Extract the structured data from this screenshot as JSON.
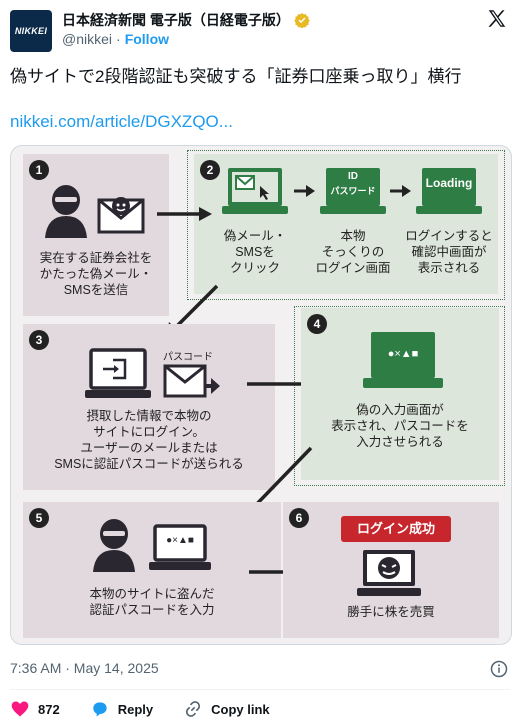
{
  "header": {
    "avatar_text": "NIKKEI",
    "display_name": "日本経済新聞 電子版（日経電子版）",
    "handle": "@nikkei",
    "separator": "·",
    "follow_label": "Follow"
  },
  "tweet": {
    "text": "偽サイトで2段階認証も突破する「証券口座乗っ取り」横行",
    "link": "nikkei.com/article/DGXZQO..."
  },
  "figure": {
    "step1": {
      "num": "1",
      "caption": [
        "実在する証券会社を",
        "かたった偽メール・",
        "SMSを送信"
      ]
    },
    "step2": {
      "num": "2",
      "col1": [
        "偽メール・",
        "SMSを",
        "クリック"
      ],
      "col2": [
        "本物",
        "そっくりの",
        "ログイン画面"
      ],
      "col3": [
        "ログインすると",
        "確認中画面が",
        "表示される"
      ],
      "screen2_id": "ID",
      "screen2_pw": "パスワード",
      "screen3": "Loading"
    },
    "step3": {
      "num": "3",
      "passcode_label": "パスコード",
      "caption": [
        "摂取した情報で本物の",
        "サイトにログイン。",
        "ユーザーのメールまたは",
        "SMSに認証パスコードが送られる"
      ]
    },
    "step4": {
      "num": "4",
      "screen": "●×▲■",
      "caption": [
        "偽の入力画面が",
        "表示され、パスコードを",
        "入力させられる"
      ]
    },
    "step5": {
      "num": "5",
      "screen": "●×▲■",
      "caption": [
        "本物のサイトに盗んだ",
        "認証パスコードを入力"
      ]
    },
    "step6": {
      "num": "6",
      "banner": "ログイン成功",
      "caption": [
        "勝手に株を売買"
      ]
    }
  },
  "meta": {
    "timestamp": "7:36 AM · May 14, 2025"
  },
  "actions": {
    "likes": "872",
    "reply_label": "Reply",
    "copy_label": "Copy link"
  },
  "colors": {
    "accent": "#1d9bf0",
    "like": "#f91880",
    "verified": "#e8b923",
    "panel_pink": "#e2d9de",
    "panel_green": "#dde6da",
    "screen_green": "#2e7d45",
    "banner_red": "#c6262c"
  }
}
